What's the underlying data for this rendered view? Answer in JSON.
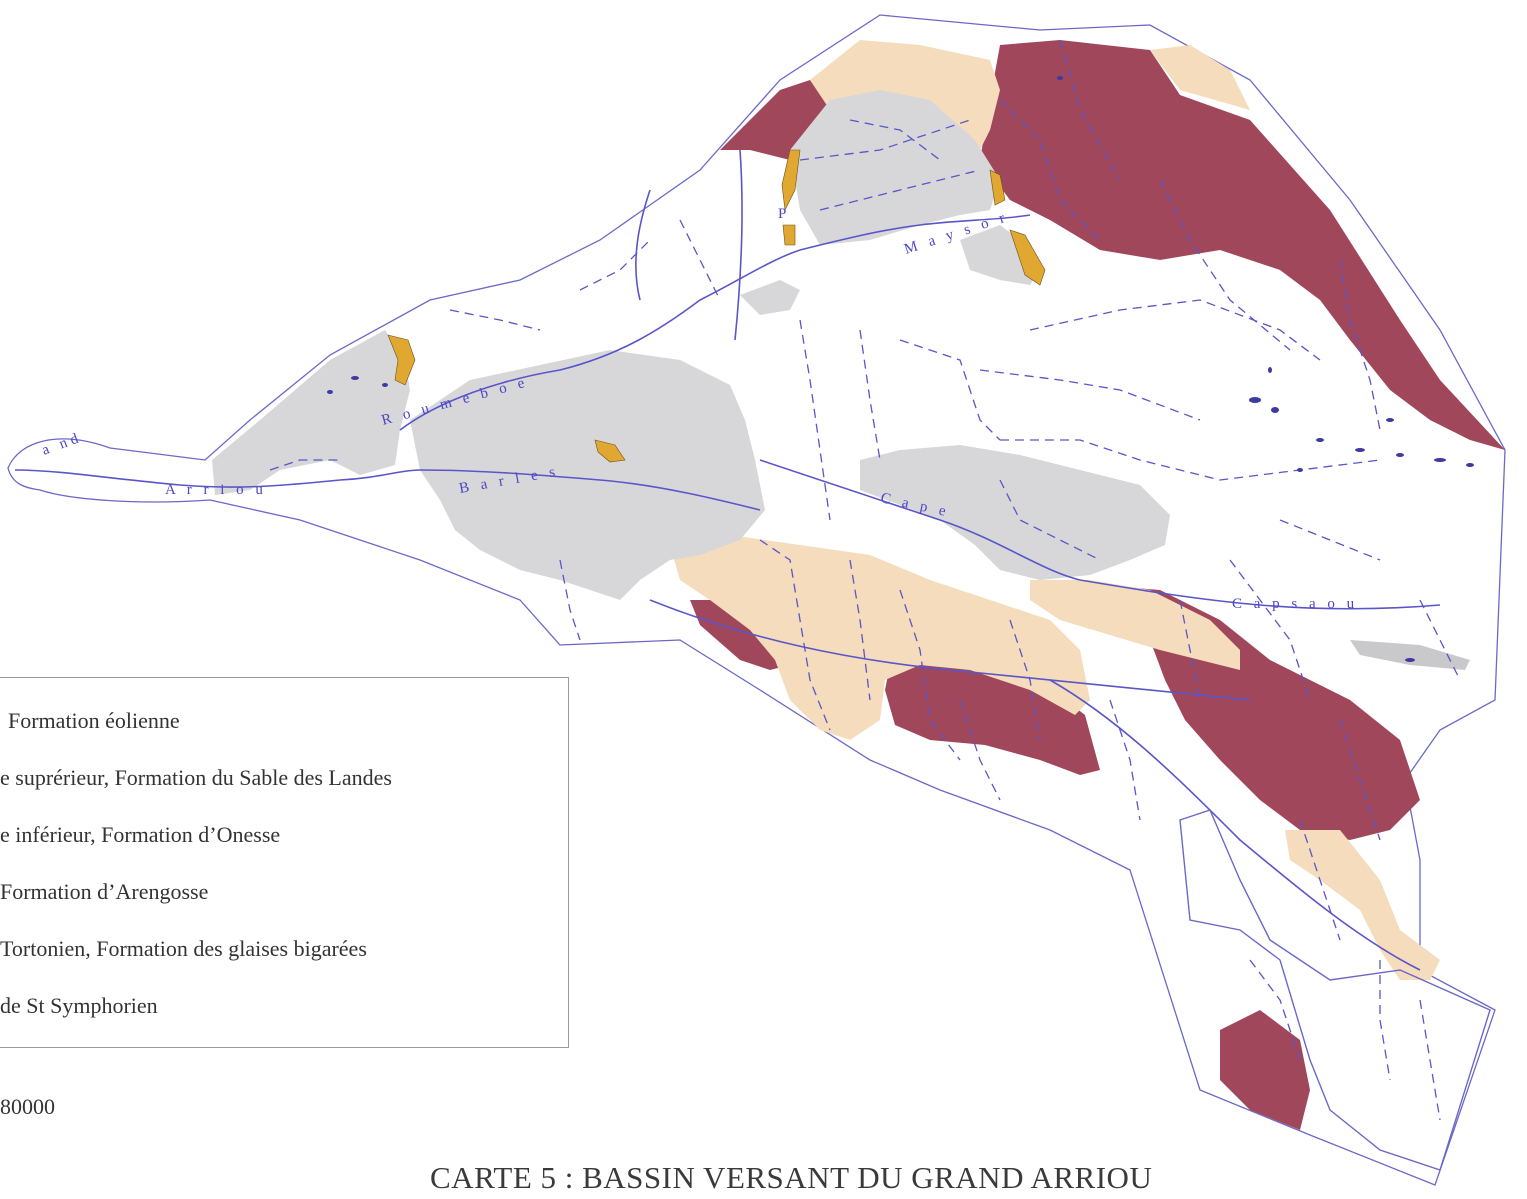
{
  "title": "CARTE 5 : BASSIN VERSANT DU GRAND ARRIOU",
  "scale_text": "80000",
  "legend": {
    "items": [
      {
        "text": "Formation éolienne"
      },
      {
        "text": "e suprérieur, Formation du Sable des Landes"
      },
      {
        "text": "e inférieur, Formation d’Onesse"
      },
      {
        "text": "Formation d’Arengosse"
      },
      {
        "text": "Tortonien, Formation des glaises bigarées"
      },
      {
        "text": "de St Symphorien"
      }
    ]
  },
  "river_labels": [
    {
      "text": "a nd"
    },
    {
      "text": "A r r i o u"
    },
    {
      "text": "R o u m e b o e"
    },
    {
      "text": "B a r l e s"
    },
    {
      "text": "C a p e"
    },
    {
      "text": "C a p s a o u"
    },
    {
      "text": "M a y s o r"
    },
    {
      "text": "P"
    }
  ],
  "colors": {
    "boundary": "#6b68c7",
    "streams": "#5a55c9",
    "gray_unit": "#d7d7d9",
    "sand_unit": "#f4dcbc",
    "maroon_unit": "#a1475b",
    "orange_unit": "#e0a830",
    "dark_spots": "#3d3aa0"
  }
}
